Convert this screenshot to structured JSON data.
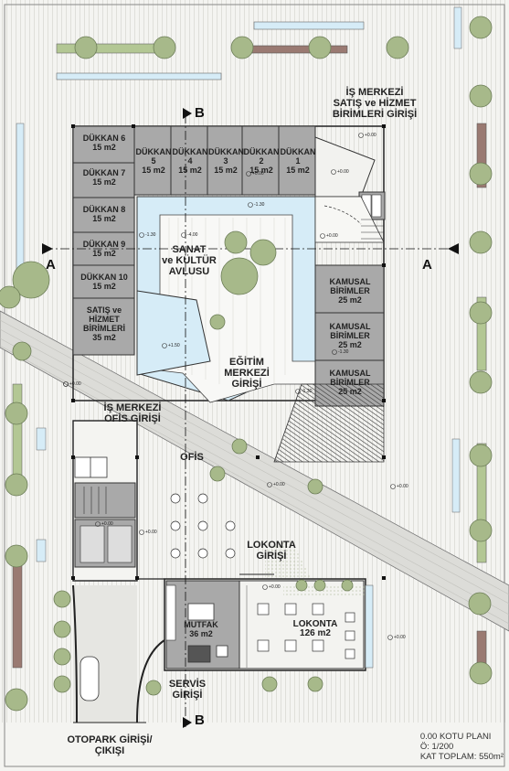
{
  "shops": {
    "d6": {
      "name": "DÜKKAN 6",
      "area": "15 m2"
    },
    "d7": {
      "name": "DÜKKAN 7",
      "area": "15 m2"
    },
    "d8": {
      "name": "DÜKKAN 8",
      "area": "15 m2"
    },
    "d9": {
      "name": "DÜKKAN 9",
      "area": "15 m2"
    },
    "d10": {
      "name": "DÜKKAN 10",
      "area": "15 m2"
    },
    "d5": {
      "name": "DÜKKAN 5",
      "area": "15 m2"
    },
    "d4": {
      "name": "DÜKKAN 4",
      "area": "15 m2"
    },
    "d3": {
      "name": "DÜKKAN 3",
      "area": "15 m2"
    },
    "d2": {
      "name": "DÜKKAN 2",
      "area": "15 m2"
    },
    "d1": {
      "name": "DÜKKAN 1",
      "area": "15 m2"
    }
  },
  "sales_unit": {
    "line1": "SATIŞ ve",
    "line2": "HİZMET",
    "line3": "BİRİMLERİ",
    "area": "35 m2"
  },
  "public_units": [
    {
      "line1": "KAMUSAL",
      "line2": "BİRİMLER",
      "area": "25 m2"
    },
    {
      "line1": "KAMUSAL",
      "line2": "BİRİMLER",
      "area": "25 m2"
    },
    {
      "line1": "KAMUSAL",
      "line2": "BİRİMLER",
      "area": "25 m2"
    }
  ],
  "courtyard": {
    "line1": "SANAT",
    "line2": "ve KÜLTÜR",
    "line3": "AVLUSU"
  },
  "education": {
    "line1": "EĞİTİM",
    "line2": "MERKEZİ",
    "line3": "GİRİŞİ"
  },
  "business_sales": {
    "line1": "İŞ MERKEZİ",
    "line2": "SATIŞ  ve HİZMET",
    "line3": "BİRİMLERİ GİRİŞİ"
  },
  "business_office": {
    "line1": "İŞ MERKEZİ",
    "line2": "OFİS GİRİŞİ"
  },
  "office": "OFİS",
  "restaurant_entry": {
    "line1": "LOKONTA",
    "line2": "GİRİŞİ"
  },
  "restaurant": {
    "name": "LOKONTA",
    "area": "126 m2"
  },
  "kitchen": {
    "name": "MUTFAK",
    "area": "36 m2"
  },
  "service": {
    "line1": "SERVİS",
    "line2": "GİRİŞİ"
  },
  "parking": {
    "line1": "OTOPARK GİRİŞİ/",
    "line2": "ÇIKIŞI"
  },
  "section_labels": {
    "a_left": "A",
    "a_right": "A",
    "b_top": "B",
    "b_bottom": "B"
  },
  "levels": {
    "l1": "+0.00",
    "l2": "-1.30",
    "l3": "-1.30",
    "l4": "-4.00",
    "l5": "-1.30",
    "l6": "+0.00",
    "l7": "+1.50",
    "l8": "-1.30",
    "l9": "+0.00",
    "l10": "+0.00",
    "l11": "+0.00",
    "l12": "+0.00",
    "l13": "+0.00",
    "l14": "+0.00",
    "l15": "+0.00",
    "l16": "+0.00",
    "l17": "+0.00"
  },
  "title_block": {
    "line1": "0.00 KOTU PLANI",
    "line2": "Ö: 1/200",
    "line3": "KAT TOPLAM: 550m²"
  },
  "colors": {
    "water": "#d6ecf7",
    "room": "#a9a9a9",
    "road": "#dcdcd8",
    "grass": "#b3c794",
    "brick": "#9a7a72",
    "tree": "#a7b98a",
    "tree_stroke": "#6c7d57"
  }
}
